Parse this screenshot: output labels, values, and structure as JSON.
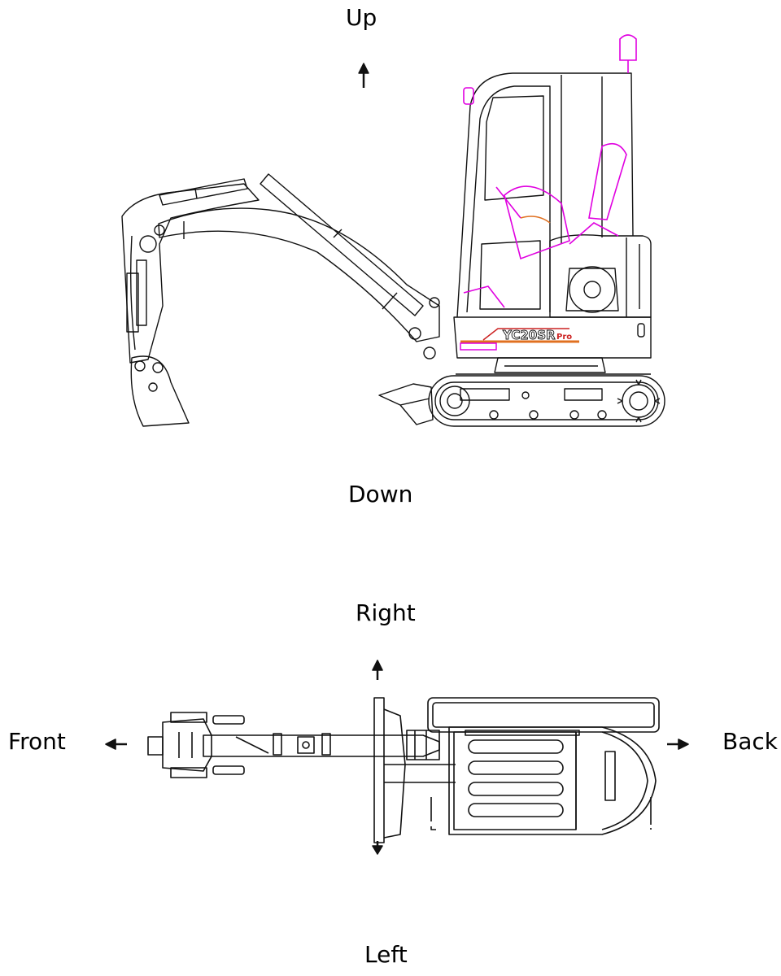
{
  "side_view": {
    "up_label": "Up",
    "down_label": "Down",
    "model_badge": "YC20SR",
    "model_suffix": "Pro",
    "accent_color": "#e000e0",
    "stripe_color": "#e07020"
  },
  "top_view": {
    "right_label": "Right",
    "left_label": "Left",
    "front_label": "Front",
    "back_label": "Back"
  }
}
